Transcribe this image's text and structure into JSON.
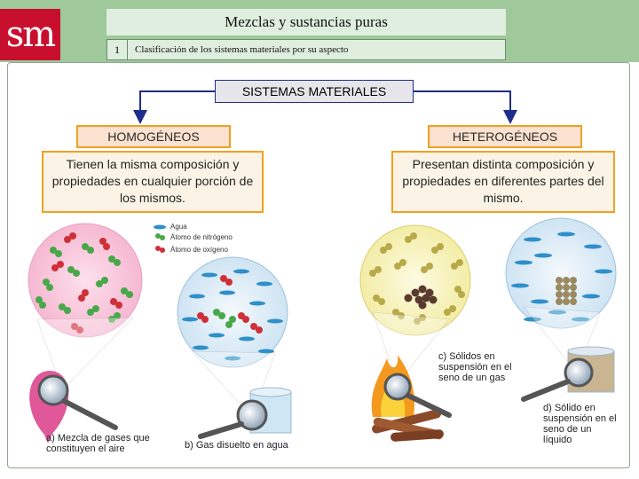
{
  "header": {
    "logo": "sm",
    "title": "Mezclas y sustancias puras",
    "section_number": "1",
    "subtitle": "Clasificación de los sistemas materiales por su aspecto"
  },
  "diagram": {
    "root": "SISTEMAS MATERIALES",
    "homogeneous": {
      "title": "HOMOGÉNEOS",
      "description": "Tienen la misma composición y propiedades en cualquier porción de los mismos."
    },
    "heterogeneous": {
      "title": "HETEROGÉNEOS",
      "description": "Presentan distinta composición y propiedades en diferentes partes del mismo."
    },
    "legend": {
      "water": "Agua",
      "nitrogen": "Átomo de nitrógeno",
      "oxygen": "Átomo de oxígeno"
    },
    "captions": {
      "a": "a) Mezcla de gases que constituyen el aire",
      "b": "b) Gas disuelto en agua",
      "c": "c) Sólidos en suspensión en el seno de un gas",
      "d": "d) Sólido en suspensión en el seno de un líquido"
    }
  },
  "colors": {
    "header_green": "#9fc99b",
    "logo_red": "#c8102e",
    "connector_blue": "#1f2e8a",
    "box_orange": "#f0a020"
  }
}
